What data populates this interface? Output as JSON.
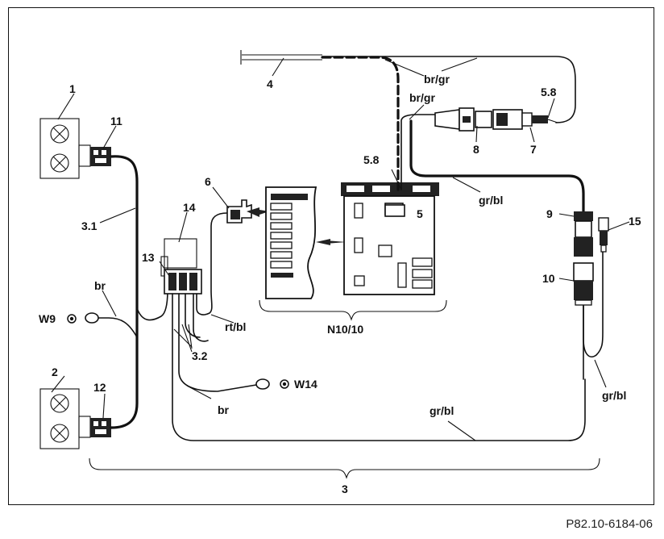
{
  "diagram": {
    "component_labels": {
      "c1": "1",
      "c2": "2",
      "c3": "3",
      "c3_1": "3.1",
      "c3_2": "3.2",
      "c4": "4",
      "c5": "5",
      "c5_8a": "5.8",
      "c5_8b": "5.8",
      "c6": "6",
      "c7": "7",
      "c8": "8",
      "c9": "9",
      "c10": "10",
      "c11": "11",
      "c12": "12",
      "c13": "13",
      "c14": "14",
      "c15": "15"
    },
    "ground_labels": {
      "w9": "W9",
      "w14": "W14"
    },
    "module_label": "N10/10",
    "wire_labels": {
      "br_gr_top": "br/gr",
      "br_gr_connector": "br/gr",
      "gr_bl_right_upper": "gr/bl",
      "gr_bl_right_lower": "gr/bl",
      "gr_bl_bottom": "gr/bl",
      "br_left": "br",
      "br_lower": "br",
      "rt_bl": "rt/bl"
    }
  },
  "reference": "P82.10-6184-06",
  "colors": {
    "line": "#111111",
    "background": "#ffffff"
  }
}
